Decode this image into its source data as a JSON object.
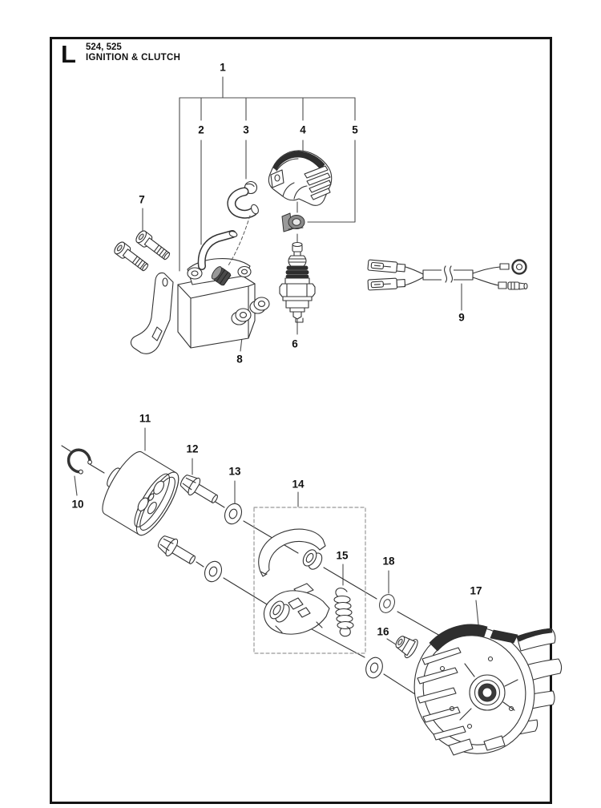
{
  "header": {
    "section_letter": "L",
    "models": "524, 525",
    "title": "IGNITION & CLUTCH"
  },
  "parts": [
    "1",
    "2",
    "3",
    "4",
    "5",
    "6",
    "7",
    "8",
    "9",
    "10",
    "11",
    "12",
    "13",
    "14",
    "15",
    "16",
    "17",
    "18"
  ],
  "colors": {
    "ink": "#141414",
    "line_art": "#333333",
    "leader_line": "#4d4d4d",
    "dashed_group_box": "#999999",
    "background": "#ffffff"
  }
}
